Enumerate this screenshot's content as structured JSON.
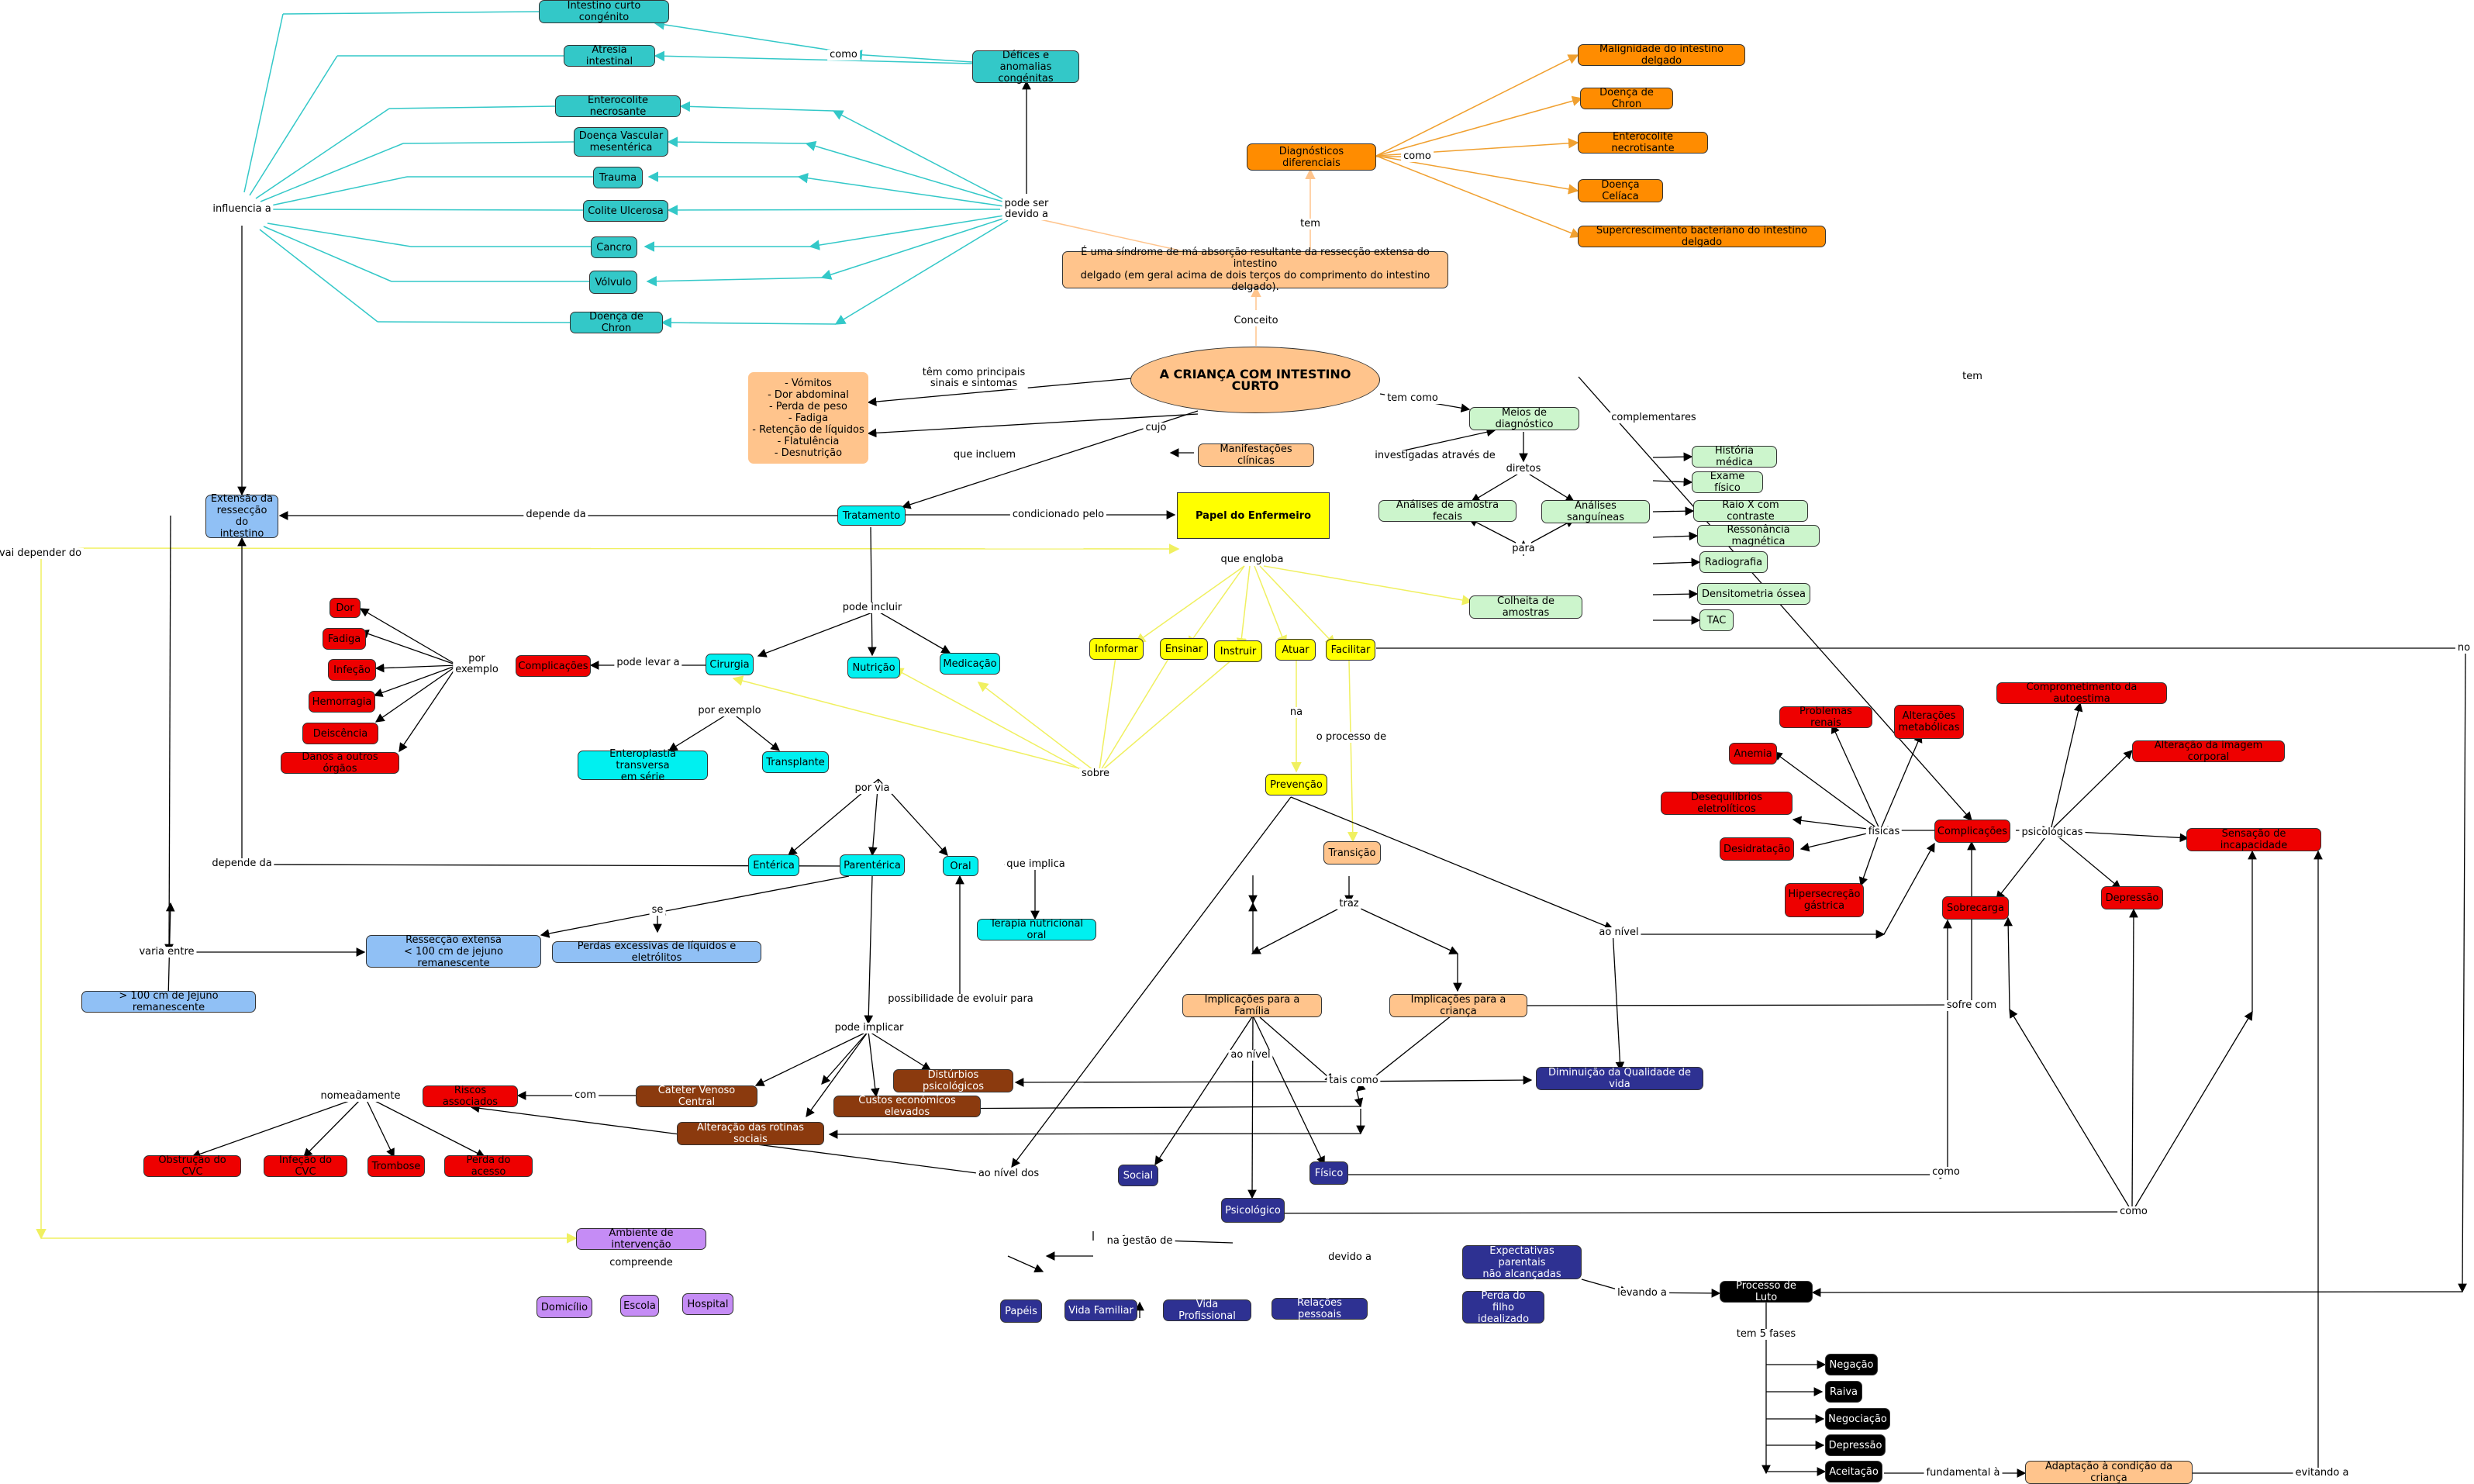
{
  "nodes": {
    "intestino_curto_congenito": "Intestino curto congénito",
    "atresia_intestinal": "Atresia intestinal",
    "enterocolite_necrosante": "Enterocolite necrosante",
    "doenca_vascular_mesenterica": "Doença Vascular\nmesentérica",
    "trauma": "Trauma",
    "colite_ulcerosa": "Colite Ulcerosa",
    "cancro": "Cancro",
    "volvulo": "Vólvulo",
    "doenca_chron_1": "Doença de Chron",
    "defices": "Défices e anomalias\ncongénitas",
    "diagnosticos_diferenciais": "Diagnósticos diferenciais",
    "malignidade": "Malignidade do intestino delgado",
    "doenca_chron_2": "Doença de Chron",
    "enterocolite_necrotisante": "Enterocolite necrotisante",
    "doenca_celiaca": "Doença Celíaca",
    "supercrescimento": "Supercrescimento bacteriano do intestino delgado",
    "definicao": "É uma síndrome de má absorção resultante da ressecção extensa do intestino\ndelgado (em geral acima de dois terços do comprimento do intestino delgado).",
    "central": "A CRIANÇA COM INTESTINO CURTO",
    "sintomas": "- Vómitos\n- Dor abdominal\n- Perda de peso\n- Fadiga\n- Retenção de líquidos\n- Flatulência\n- Desnutrição",
    "manifestacoes": "Manifestações clínicas",
    "transicao": "Transição",
    "implicacoes_familia": "Implicações para a Família",
    "implicacoes_crianca": "Implicações para a criança",
    "adaptacao": "Adaptação à condição da criança",
    "meios_diagnostico": "Meios de diagnóstico",
    "analises_fecais": "Análises de amostra fecais",
    "analises_sanguineas": "Análises sanguíneas",
    "colheita": "Colheita de amostras",
    "historia": "História médica",
    "exame_fisico": "Exame físico",
    "raio_x": "Raio X com contraste",
    "ressonancia": "Ressonância magnética",
    "radiografia": "Radiografia",
    "densitometria": "Densitometria óssea",
    "tac": "TAC",
    "papel": "Papel do Enfermeiro",
    "informar": "Informar",
    "ensinar": "Ensinar",
    "instruir": "Instruir",
    "atuar": "Atuar",
    "facilitar": "Facilitar",
    "prevencao": "Prevenção",
    "extensao": "Extensão da\nressecção do\nintestino",
    "resseccao_extensa": "Ressecção extensa\n< 100 cm de jejuno remanescente",
    "mais_100": "> 100 cm de Jejuno remanescente",
    "perdas": "Perdas excessivas de líquidos e eletrólitos",
    "tratamento": "Tratamento",
    "cirurgia": "Cirurgia",
    "nutricao": "Nutrição",
    "medicacao": "Medicação",
    "enteroplastia": "Enteroplastia transversa\nem série",
    "transplante": "Transplante",
    "enterica": "Entérica",
    "parenterica": "Parentérica",
    "oral": "Oral",
    "terapia_oral": "Terapia nutricional oral",
    "dor": "Dor",
    "fadiga": "Fadiga",
    "infecao_1": "Infeção",
    "hemorragia": "Hemorragia",
    "deiscencia": "Deiscência",
    "danos": "Danos a outros órgãos",
    "complicacoes_1": "Complicações",
    "riscos": "Riscos associados",
    "obstrucao": "Obstrução do CVC",
    "infecao_cvc": "Infeção do CVC",
    "trombose": "Trombose",
    "perda_acesso": "Perda do acesso",
    "cateter": "Cateter Venoso Central",
    "disturbios": "Distúrbios psicológicos",
    "custos": "Custos económicos elevados",
    "alteracao_rotinas": "Alteração das rotinas sociais",
    "problemas_renais": "Problemas renais",
    "alteracoes_metabolicas": "Alterações\nmetabólicas",
    "anemia": "Anemia",
    "desequilibrios": "Desequilíbrios eletrolíticos",
    "desidratacao": "Desidratação",
    "hipersecrecao": "Hipersecreção\ngástrica",
    "complicacoes_2": "Complicações",
    "sobrecarga": "Sobrecarga",
    "autoestima": "Comprometimento da autoestima",
    "imagem": "Alteração da imagem corporal",
    "incapacidade": "Sensação de incapacidade",
    "depressao_1": "Depressão",
    "qualidade_vida": "Diminuição da Qualidade de vida",
    "social": "Social",
    "fisico": "Físico",
    "psicologico": "Psicológico",
    "expectativas": "Expectativas parentais\nnão alcançadas",
    "perda_filho": "Perda do\nfilho idealizado",
    "papeis": "Papéis",
    "vida_familiar": "Vida Familiar",
    "vida_profissional": "Vida Profissional",
    "relacoes": "Relações pessoais",
    "luto": "Processo de Luto",
    "negacao": "Negação",
    "raiva": "Raiva",
    "negociacao": "Negociação",
    "depressao_2": "Depressão",
    "aceitacao": "Aceitação",
    "ambiente": "Ambiente de intervenção",
    "domicilio": "Domicílio",
    "escola": "Escola",
    "hospital": "Hospital"
  },
  "labels": {
    "como_1": "como",
    "pode_ser_devido": "pode ser\ndevido a",
    "influencia": "influencia a",
    "como_2": "como",
    "tem_1": "tem",
    "conceito": "Conceito",
    "principais": "têm como principais\nsinais e sintomas",
    "que_incluem": "que incluem",
    "tem_como": "tem como",
    "investigadas": "investigadas através de",
    "cujo": "cujo",
    "complementares": "complementares",
    "diretos": "diretos",
    "para": "para",
    "tem_2": "tem",
    "depende_1": "depende da",
    "condicionado": "condicionado pelo",
    "engloba": "que engloba",
    "vai_depender": "vai depender do",
    "pode_incluir": "pode incluir",
    "pode_levar": "pode levar a",
    "por_exemplo_1": "por\nexemplo",
    "por_exemplo_2": "por exemplo",
    "sobre": "sobre",
    "na": "na",
    "processo_de": "o processo de",
    "por_via": "por via",
    "que_implica": "que implica",
    "depende_2": "depende da",
    "se": "se",
    "varia_entre": "varia entre",
    "possibilidade": "possibilidade de evoluir para",
    "pode_implicar": "pode implicar",
    "com": "com",
    "nomeadamente": "nomeadamente",
    "traz": "traz",
    "ao_nivel_1": "ao nível",
    "sofre_com": "sofre com",
    "ao_nivel_2": "ao nível",
    "tais_como": "tais como",
    "ao_nivel_dos": "ao nível dos",
    "como_3": "como",
    "como_4": "como",
    "fisicas": "físicas",
    "psicologicas": "psicológicas",
    "no": "no",
    "gestao": "na gestão de",
    "devido_a": "devido a",
    "levando_a": "levando a",
    "fases": "tem 5 fases",
    "fundamental": "fundamental à",
    "evitando": "evitando a",
    "compreende": "compreende"
  },
  "colors": {
    "teal": "#33c8c8",
    "cyan": "#00f0f0",
    "orange": "#ff8c00",
    "peach": "#ffc48c",
    "light_green": "#ccf5cc",
    "yellow": "#ffff00",
    "red": "#ee0000",
    "brown": "#8b3a0e",
    "navy": "#2e3192",
    "black": "#000000",
    "purple": "#c58cf5",
    "light_blue": "#90c0f5"
  }
}
